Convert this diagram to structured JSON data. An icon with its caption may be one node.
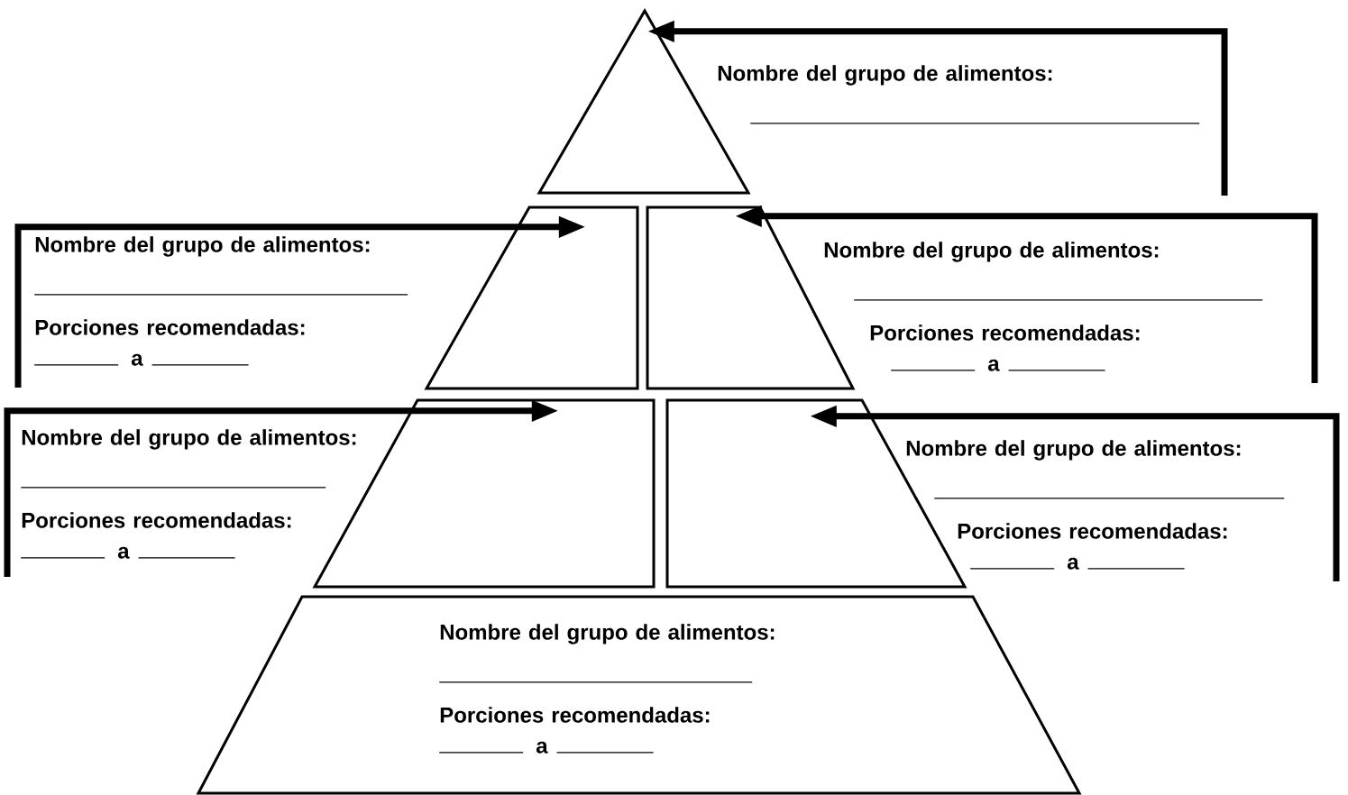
{
  "diagram": {
    "nodes": [
      {
        "text": [],
        "shape": "triangle"
      },
      {
        "text": [
          "Nombre del grupo de alimentos:"
        ]
      },
      {
        "text": [
          "Nombre del grupo de alimentos:",
          "Porciones recomendadas:",
          "a"
        ]
      },
      {
        "text": [],
        "shape": "trapezoid"
      },
      {
        "text": [],
        "shape": "trapezoid"
      },
      {
        "text": [
          "Nombre del grupo de alimentos:",
          "Porciones recomendadas:",
          "a"
        ]
      },
      {
        "text": [
          "Nombre del grupo de alimentos:",
          "Porciones recomendadas:",
          "a"
        ]
      },
      {
        "text": [],
        "shape": "trapezoid"
      },
      {
        "text": [],
        "shape": "trapezoid"
      },
      {
        "text": [
          "Nombre del grupo de alimentos:",
          "Porciones recomendadas:",
          "a"
        ]
      },
      {
        "text": [
          "Nombre del grupo de alimentos:",
          "Porciones recomendadas:",
          "a"
        ]
      }
    ],
    "edges": [
      {
        "from": 1,
        "to": 0,
        "arrow": "to"
      },
      {
        "from": 2,
        "to": 3,
        "arrow": "to"
      },
      {
        "from": 5,
        "to": 4,
        "arrow": "to"
      },
      {
        "from": 6,
        "to": 7,
        "arrow": "to"
      },
      {
        "from": 9,
        "to": 8,
        "arrow": "to"
      }
    ]
  }
}
